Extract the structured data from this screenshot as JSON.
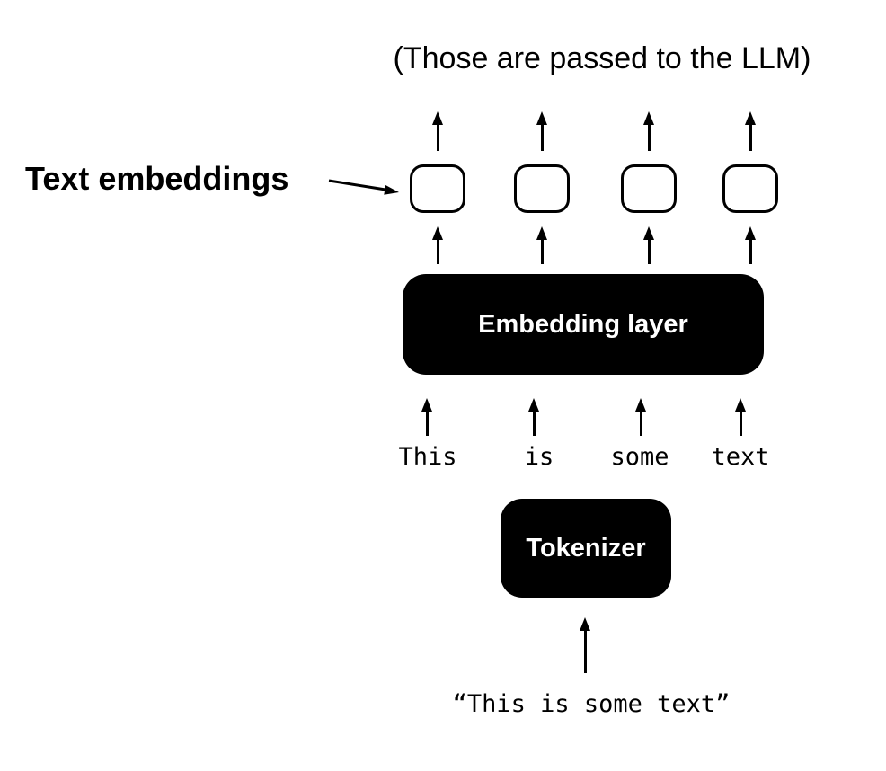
{
  "diagram": {
    "note": "(Those are passed to the LLM)",
    "embeddings_label": "Text embeddings",
    "embedding_layer_label": "Embedding layer",
    "tokenizer_label": "Tokenizer",
    "tokens": [
      "This",
      "is",
      "some",
      "text"
    ],
    "input_text": "“This is some text”",
    "colors": {
      "ink": "#000000",
      "node_fill": "#000000",
      "node_text": "#ffffff",
      "background": "#ffffff"
    }
  }
}
